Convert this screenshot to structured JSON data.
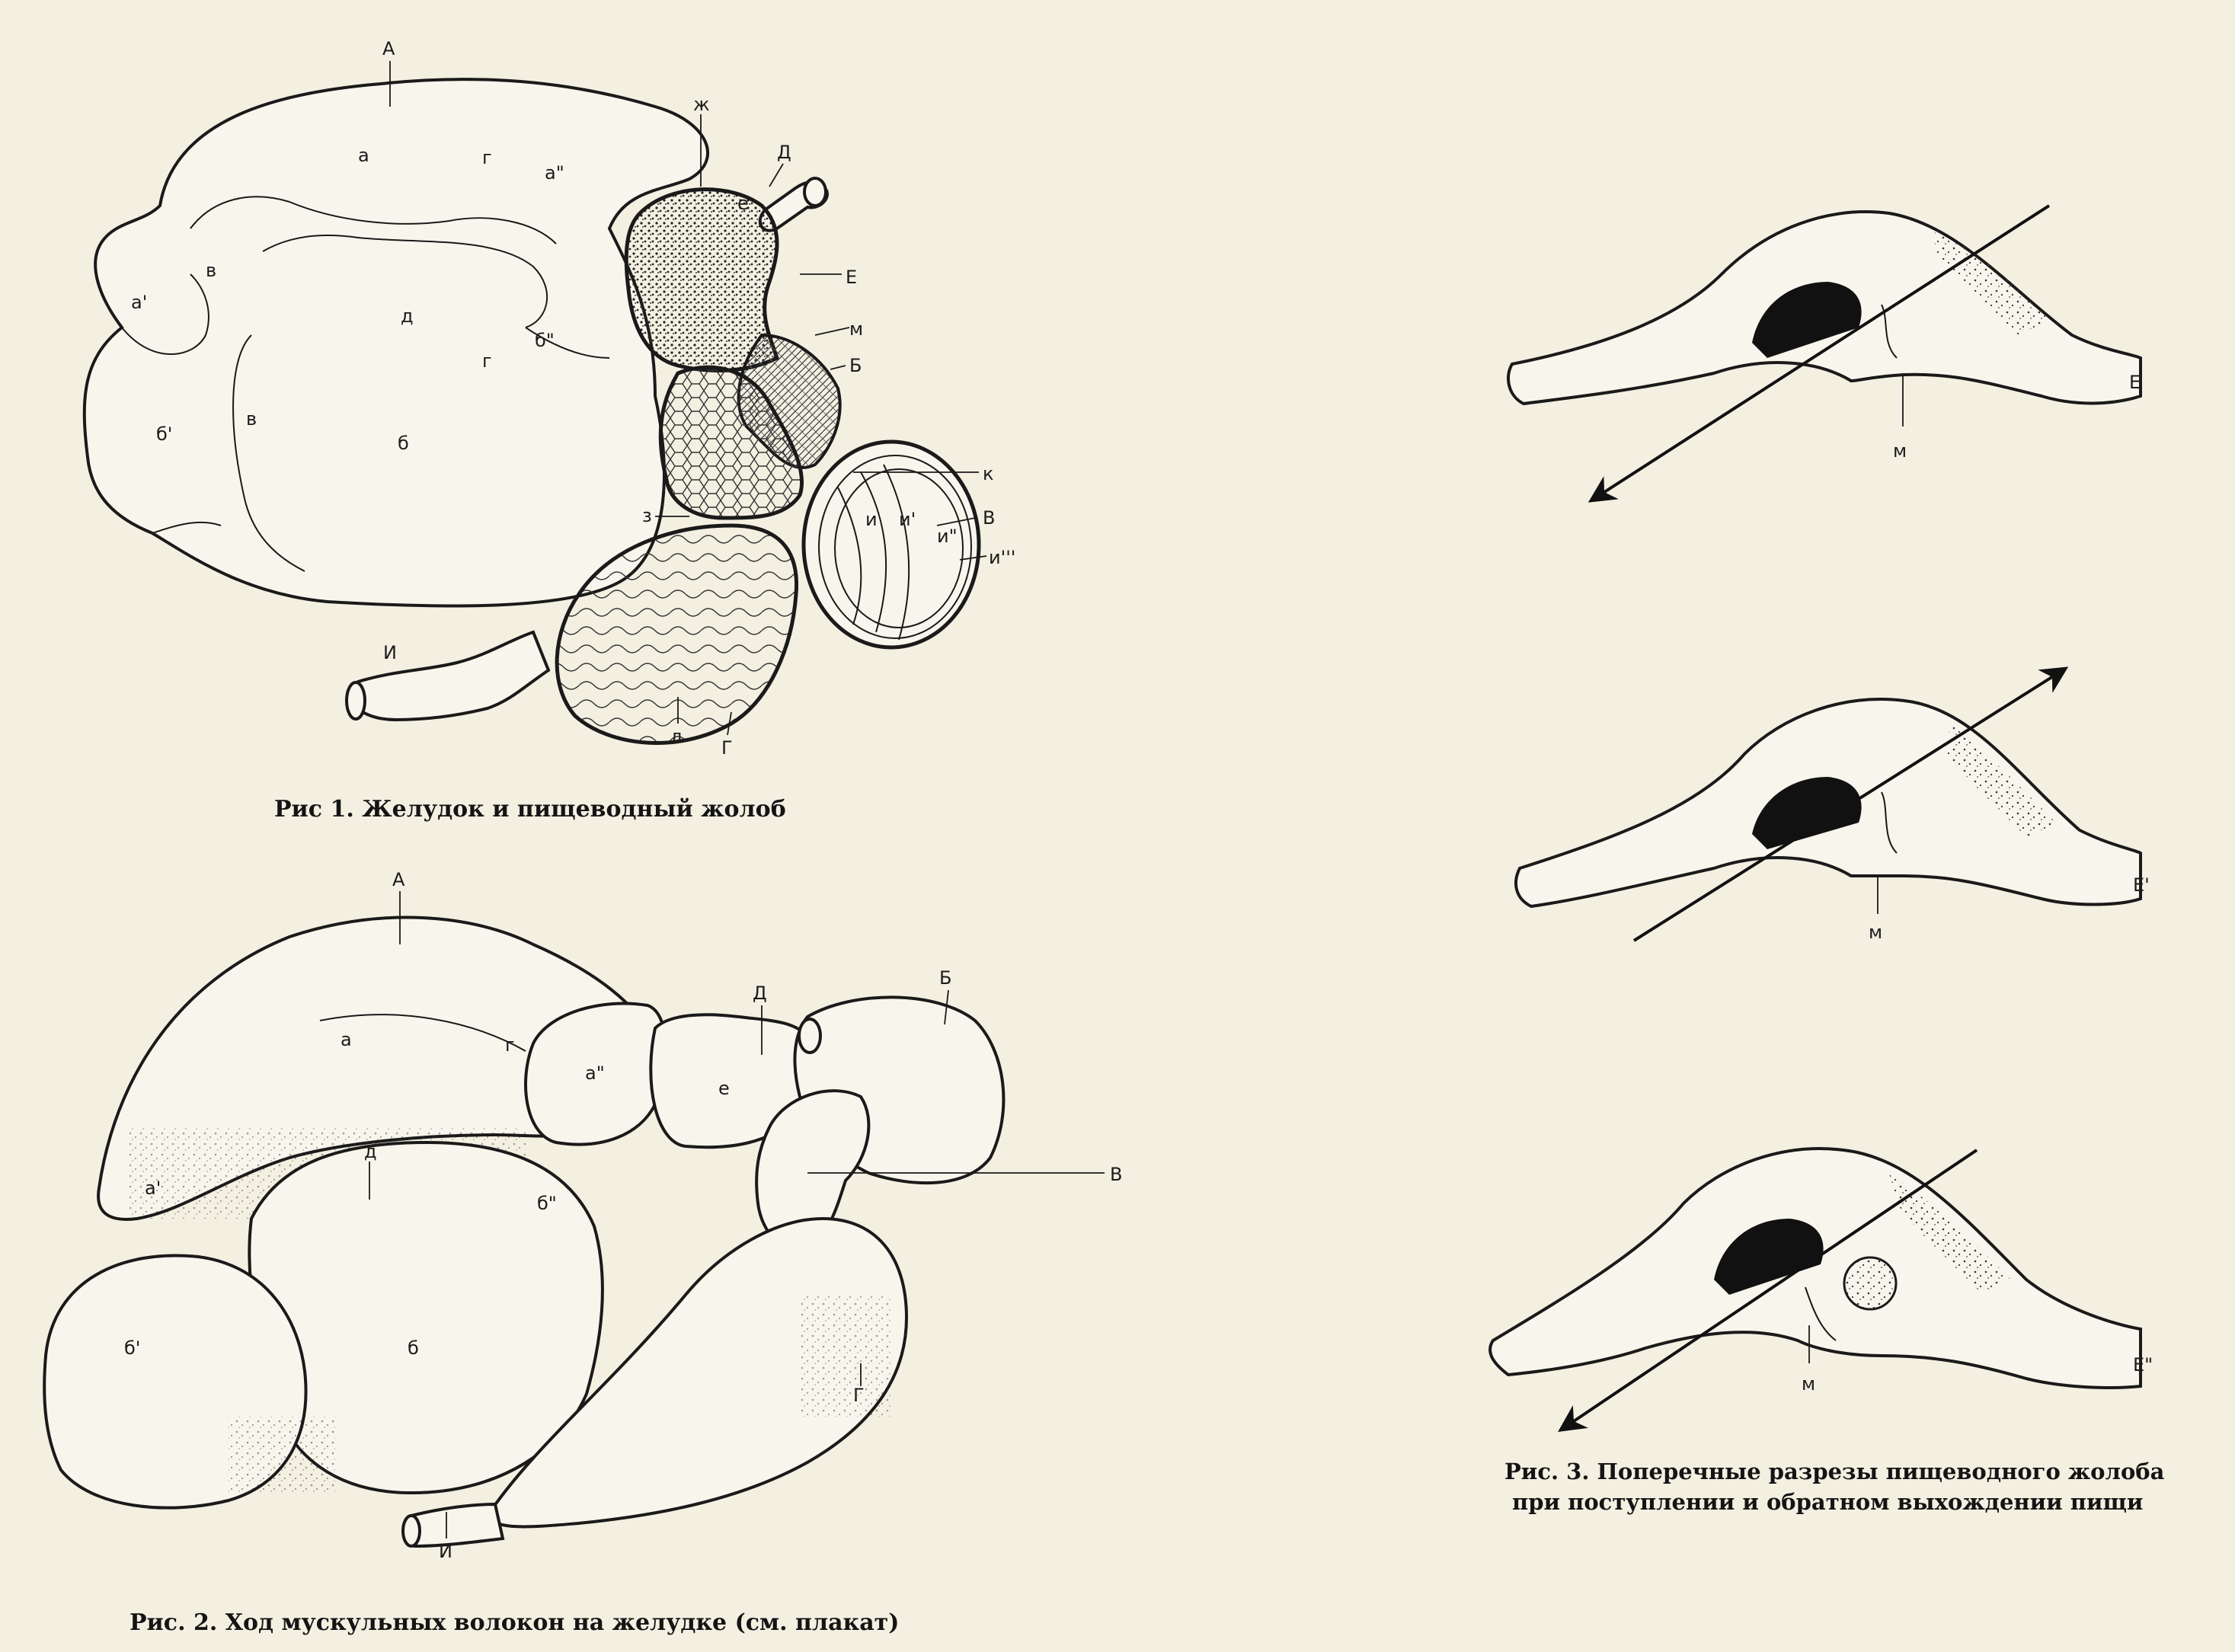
{
  "fig1": {
    "caption": "Рис  1. Желудок и пищеводный жолоб",
    "labels": {
      "A": "А",
      "a": "а",
      "g1": "г",
      "a2": "а\"",
      "zh": "ж",
      "D": "Д",
      "e": "е",
      "a1": "а'",
      "v1": "в",
      "d": "д",
      "E": "Е",
      "m": "м",
      "B": "Б",
      "b2": "б\"",
      "g2": "г",
      "b1": "б'",
      "v2": "в",
      "b": "б",
      "k": "к",
      "z": "з",
      "V": "В",
      "i": "и",
      "i1": "и'",
      "i2": "и\"",
      "i3": "и'''",
      "I": "И",
      "l": "л",
      "G": "Г"
    }
  },
  "fig2": {
    "caption": "Рис. 2. Ход мускульных волокон на желудке (см. плакат)",
    "labels": {
      "A": "А",
      "D": "Д",
      "B": "Б",
      "a": "а",
      "g": "г",
      "a2": "а\"",
      "e": "е",
      "V": "В",
      "a1": "а'",
      "d": "д",
      "b2": "б\"",
      "b1": "б'",
      "b": "б",
      "G": "Г",
      "I": "И"
    }
  },
  "fig3": {
    "caption_line1": "Рис. 3. Поперечные разрезы пищеводного жолоба",
    "caption_line2": "при поступлении и обратном выхождении пищи",
    "sections": [
      {
        "label": "Е",
        "m": "м"
      },
      {
        "label": "Е'",
        "m": "м"
      },
      {
        "label": "Е\"",
        "m": "м"
      }
    ]
  }
}
